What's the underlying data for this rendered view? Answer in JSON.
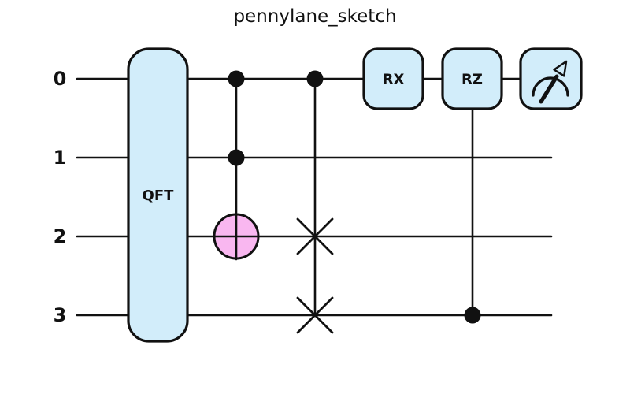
{
  "title": "pennylane_sketch",
  "colors": {
    "background": "#ffffff",
    "line": "#111111",
    "gate_fill": "#d2edfa",
    "target_fill": "#f9b7f0"
  },
  "wires": [
    {
      "label": "0"
    },
    {
      "label": "1"
    },
    {
      "label": "2"
    },
    {
      "label": "3"
    }
  ],
  "gates": [
    {
      "label": "QFT",
      "type": "multi-qubit-box",
      "wires": [
        0,
        1,
        2,
        3
      ]
    },
    {
      "label": "",
      "type": "toffoli",
      "controls": [
        0,
        1
      ],
      "target": 2
    },
    {
      "label": "",
      "type": "controlled-swap",
      "controls": [
        0
      ],
      "targets": [
        2,
        3
      ]
    },
    {
      "label": "RX",
      "type": "box",
      "wires": [
        0
      ]
    },
    {
      "label": "RZ",
      "type": "controlled-box",
      "controls": [
        3
      ],
      "target": 0
    },
    {
      "label": "",
      "type": "measurement",
      "wires": [
        0
      ],
      "icon": "gauge-arrow-icon"
    }
  ]
}
